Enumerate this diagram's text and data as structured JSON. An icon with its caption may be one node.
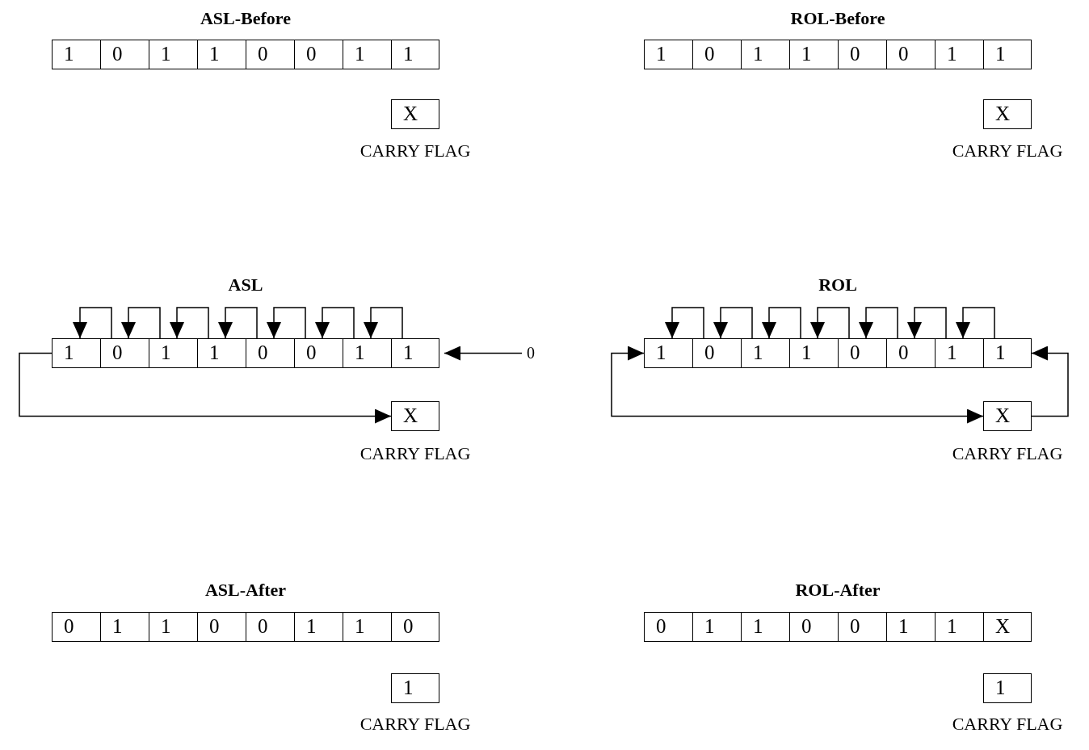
{
  "diagram": {
    "nodes": [
      {
        "text": [
          "1"
        ]
      },
      {
        "text": [
          "0"
        ]
      },
      {
        "text": [
          "1"
        ]
      },
      {
        "text": [
          "1"
        ]
      },
      {
        "text": [
          "0"
        ]
      },
      {
        "text": [
          "0"
        ]
      },
      {
        "text": [
          "1"
        ]
      },
      {
        "text": [
          "1"
        ]
      },
      {
        "text": [
          "X"
        ],
        "beside": [
          "CARRY FLAG"
        ]
      },
      {
        "text": [
          "1"
        ]
      },
      {
        "text": [
          "0"
        ]
      },
      {
        "text": [
          "1"
        ]
      },
      {
        "text": [
          "1"
        ]
      },
      {
        "text": [
          "0"
        ]
      },
      {
        "text": [
          "0"
        ]
      },
      {
        "text": [
          "1"
        ]
      },
      {
        "text": [
          "1"
        ]
      },
      {
        "text": [
          "X"
        ],
        "beside": [
          "CARRY FLAG"
        ]
      },
      {
        "text": [
          "1"
        ]
      },
      {
        "text": [
          "0"
        ]
      },
      {
        "text": [
          "1"
        ]
      },
      {
        "text": [
          "1"
        ]
      },
      {
        "text": [
          "0"
        ]
      },
      {
        "text": [
          "0"
        ]
      },
      {
        "text": [
          "1"
        ]
      },
      {
        "text": [
          "1"
        ]
      },
      {
        "text": [
          "X"
        ],
        "beside": [
          "CARRY FLAG"
        ]
      },
      {
        "text": [
          "1"
        ]
      },
      {
        "text": [
          "0"
        ]
      },
      {
        "text": [
          "1"
        ]
      },
      {
        "text": [
          "1"
        ]
      },
      {
        "text": [
          "0"
        ]
      },
      {
        "text": [
          "0"
        ]
      },
      {
        "text": [
          "1"
        ]
      },
      {
        "text": [
          "1"
        ]
      },
      {
        "text": [
          "X"
        ],
        "beside": [
          "CARRY FLAG"
        ]
      },
      {
        "text": [
          "0"
        ]
      },
      {
        "text": [
          "1"
        ]
      },
      {
        "text": [
          "1"
        ]
      },
      {
        "text": [
          "0"
        ]
      },
      {
        "text": [
          "0"
        ]
      },
      {
        "text": [
          "1"
        ]
      },
      {
        "text": [
          "1"
        ]
      },
      {
        "text": [
          "0"
        ]
      },
      {
        "text": [
          "1"
        ],
        "beside": [
          "CARRY FLAG"
        ]
      },
      {
        "text": [
          "0"
        ]
      },
      {
        "text": [
          "1"
        ]
      },
      {
        "text": [
          "1"
        ]
      },
      {
        "text": [
          "0"
        ]
      },
      {
        "text": [
          "0"
        ]
      },
      {
        "text": [
          "1"
        ]
      },
      {
        "text": [
          "1"
        ]
      },
      {
        "text": [
          "X"
        ]
      },
      {
        "text": [
          "1"
        ],
        "beside": [
          "CARRY FLAG"
        ]
      },
      {
        "text": [
          "0"
        ]
      }
    ],
    "edges": [
      {
        "from": 19,
        "to": 18,
        "arrow": "to"
      },
      {
        "from": 20,
        "to": 19,
        "arrow": "to"
      },
      {
        "from": 21,
        "to": 20,
        "arrow": "to"
      },
      {
        "from": 22,
        "to": 21,
        "arrow": "to"
      },
      {
        "from": 23,
        "to": 22,
        "arrow": "to"
      },
      {
        "from": 24,
        "to": 23,
        "arrow": "to"
      },
      {
        "from": 25,
        "to": 24,
        "arrow": "to"
      },
      {
        "from": 54,
        "to": 25,
        "arrow": "to"
      },
      {
        "from": 18,
        "to": 26,
        "arrow": "to"
      },
      {
        "from": 28,
        "to": 27,
        "arrow": "to"
      },
      {
        "from": 29,
        "to": 28,
        "arrow": "to"
      },
      {
        "from": 30,
        "to": 29,
        "arrow": "to"
      },
      {
        "from": 31,
        "to": 30,
        "arrow": "to"
      },
      {
        "from": 32,
        "to": 31,
        "arrow": "to"
      },
      {
        "from": 33,
        "to": 32,
        "arrow": "to"
      },
      {
        "from": 34,
        "to": 33,
        "arrow": "to"
      },
      {
        "from": 27,
        "to": 35,
        "arrow": "both"
      },
      {
        "from": 35,
        "to": 34,
        "arrow": "to"
      }
    ],
    "labels": [
      "ASL-Before",
      "ROL-Before",
      "ASL",
      "ROL",
      "ASL-After",
      "ROL-After"
    ]
  }
}
